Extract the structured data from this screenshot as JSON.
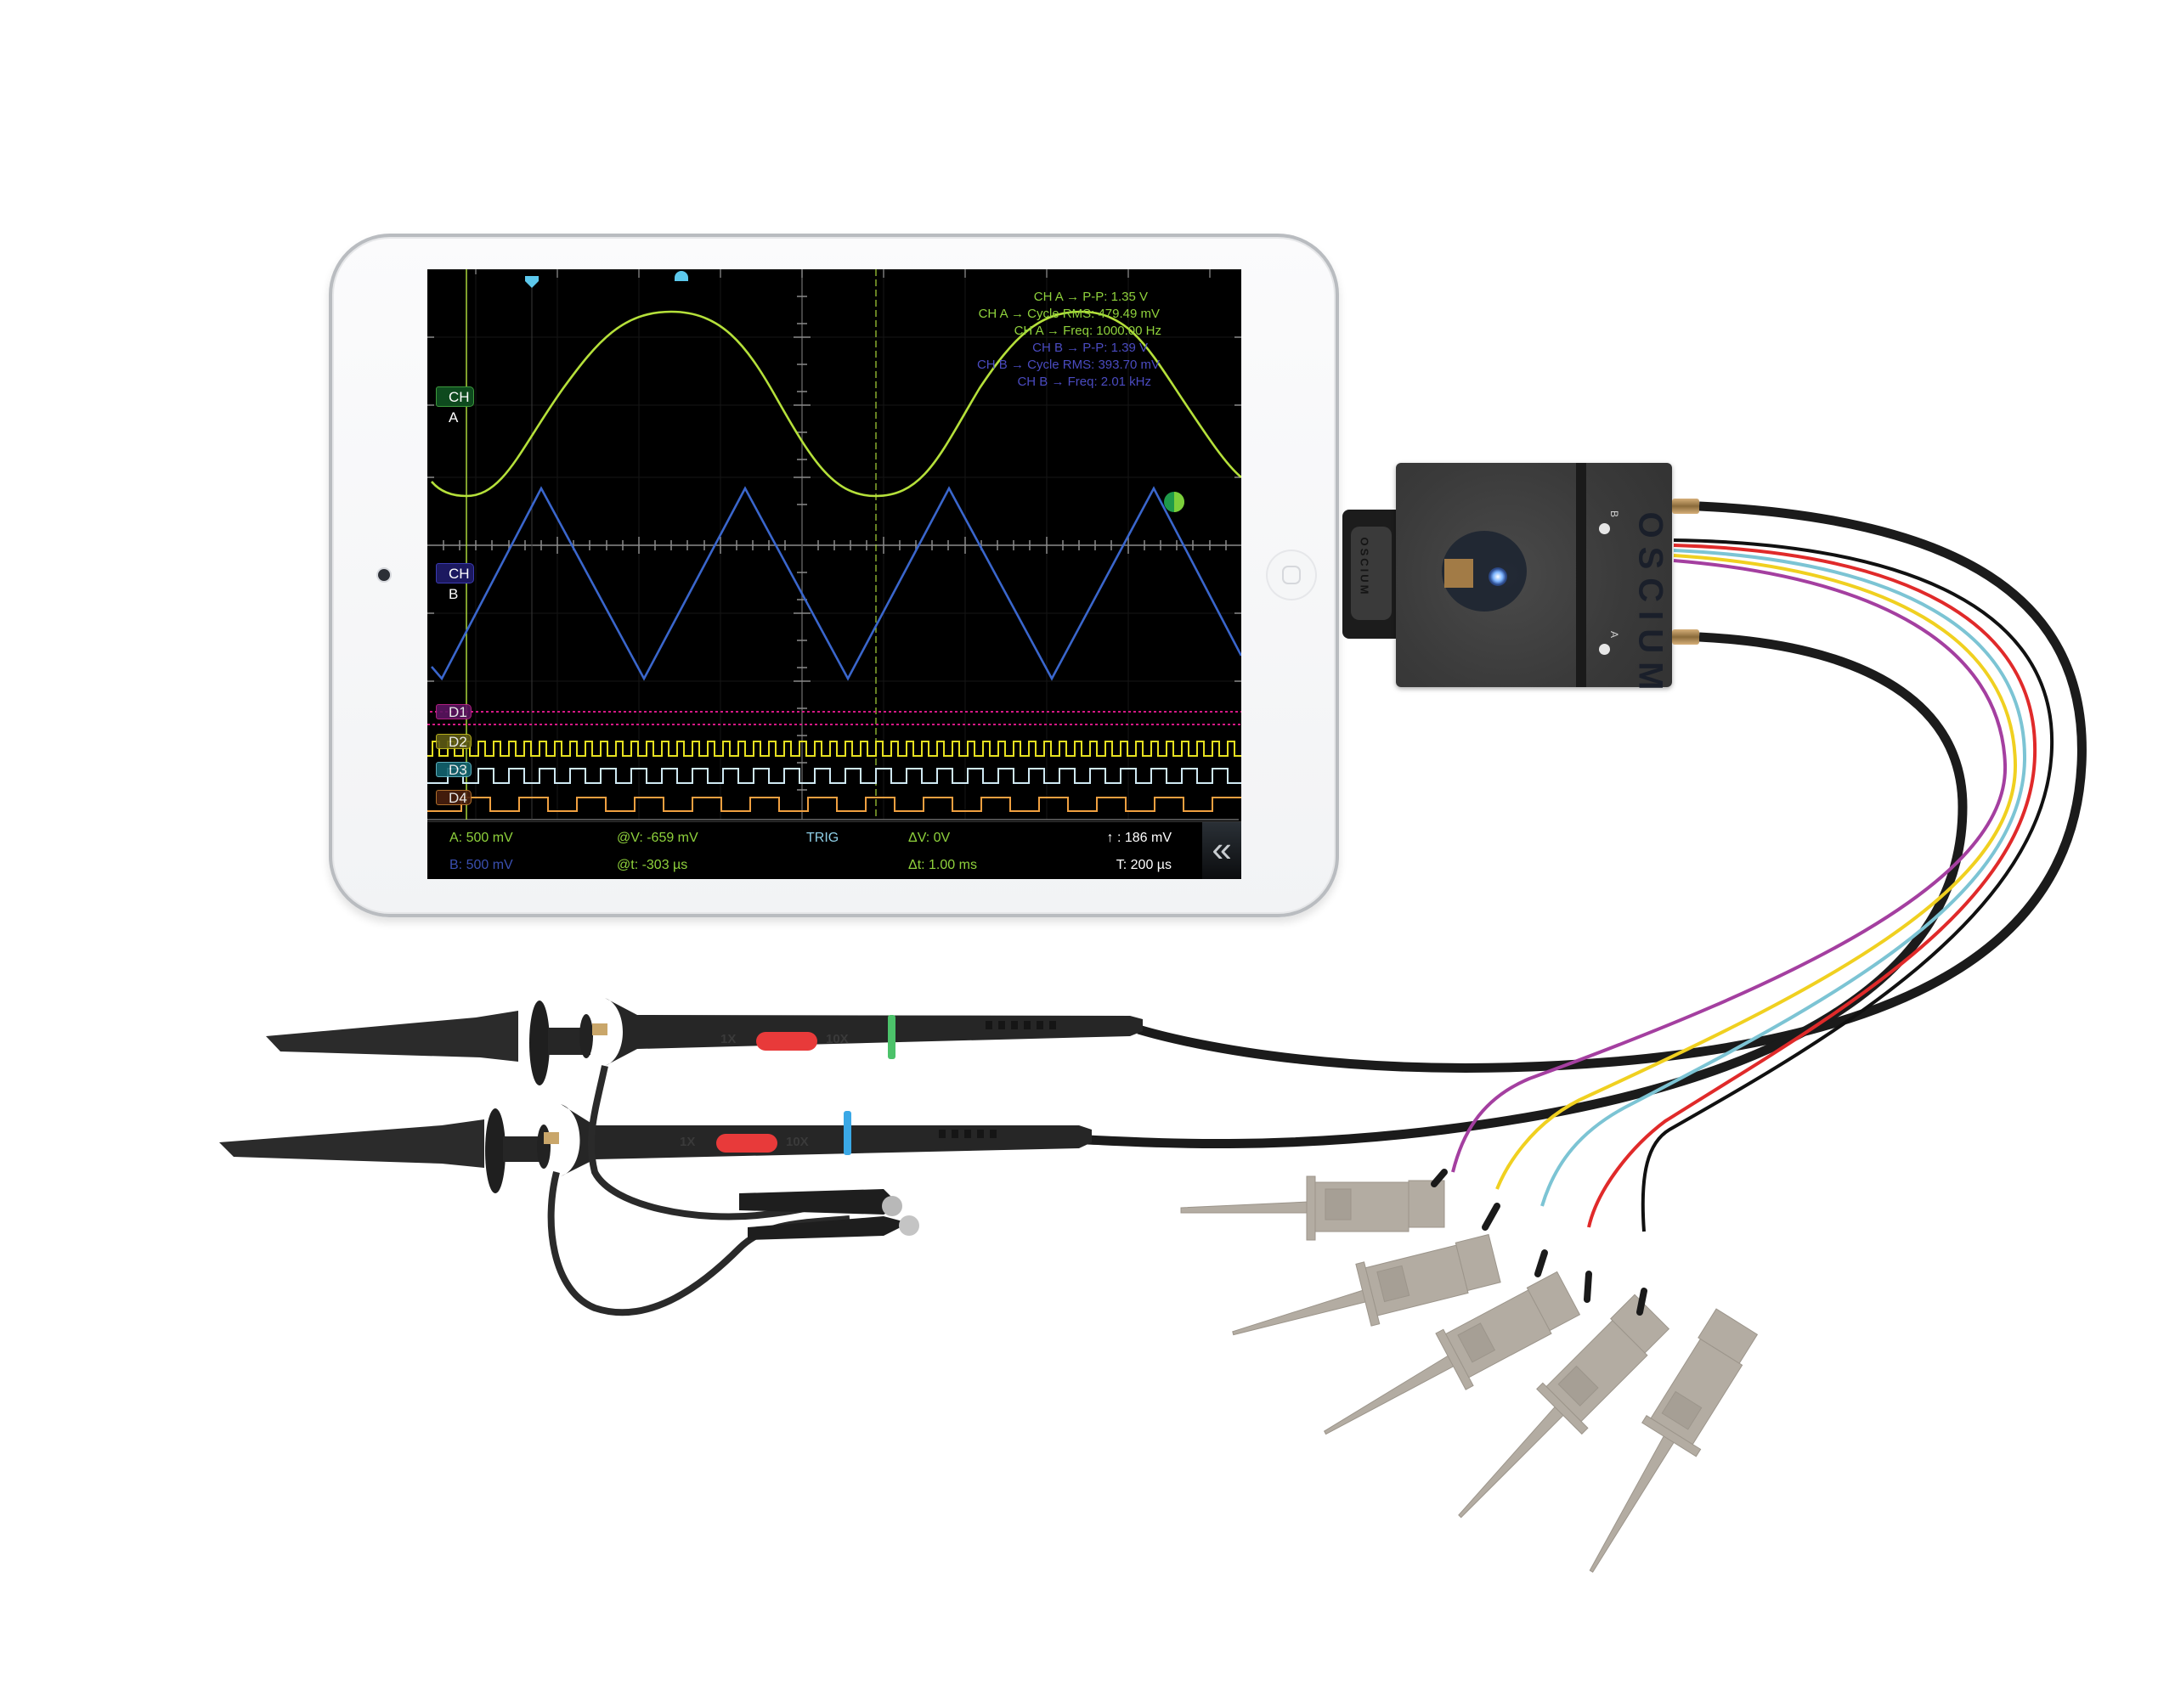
{
  "scene": {
    "description": "Oscium iMSO-204 mixed-signal oscilloscope attached to iPad mini",
    "background_color": "#ffffff"
  },
  "ipad": {
    "frame_color": "#f4f5f7",
    "bezel_edge_color": "#b9bcc0"
  },
  "scope": {
    "channels": {
      "a": {
        "label": "CH A",
        "color": "#b5e03a",
        "label_bg": "#0e4a1e"
      },
      "b": {
        "label": "CH B",
        "color": "#3a63c9",
        "label_bg": "#1c1960"
      },
      "d1": {
        "label": "D1",
        "color": "#e0198c",
        "label_bg": "#5a1460"
      },
      "d2": {
        "label": "D2",
        "color": "#e6e020",
        "label_bg": "#5e5a14"
      },
      "d3": {
        "label": "D3",
        "color": "#cfe9f3",
        "label_bg": "#136470"
      },
      "d4": {
        "label": "D4",
        "color": "#f0a040",
        "label_bg": "#4a200e"
      }
    },
    "measurements": [
      {
        "text": "CH A → P-P: 1.35 V",
        "color": "#8fd23c"
      },
      {
        "text": "CH A → Cycle RMS: 479.49 mV",
        "color": "#8fd23c"
      },
      {
        "text": "CH A → Freq: 1000.00 Hz",
        "color": "#8fd23c"
      },
      {
        "text": "CH B → P-P: 1.39 V",
        "color": "#4a4bc0"
      },
      {
        "text": "CH B → Cycle RMS: 393.70 mV",
        "color": "#4a4bc0"
      },
      {
        "text": "CH B → Freq: 2.01 kHz",
        "color": "#4a4bc0"
      }
    ],
    "status": {
      "a_scale": "A: 500 mV",
      "b_scale": "B: 500 mV",
      "at_v": "@V: -659 mV",
      "at_t": "@t: -303 µs",
      "trig": "TRIG",
      "delta_v": "ΔV: 0V",
      "delta_t": "Δt: 1.00 ms",
      "trigger_level": "↑ : 186 mV",
      "timebase": "T: 200 µs",
      "collapse_icon": "«"
    },
    "status_colors": {
      "a": "#8fd23c",
      "b": "#3a4fb0",
      "cursor": "#8fd23c",
      "trig": "#8fd0e8",
      "white": "#ffffff"
    }
  },
  "device": {
    "brand": "OSCIUM",
    "connector_brand": "OSCIUM",
    "port_a": "A",
    "port_b": "B",
    "led_color": "#6fa8ff"
  },
  "probes": [
    {
      "ring_color": "#4cc26a",
      "switch_left": "1X",
      "switch_right": "10X"
    },
    {
      "ring_color": "#3aa8e6",
      "switch_left": "1X",
      "switch_right": "10X"
    }
  ],
  "logic_leads": {
    "wire_colors": [
      "#a43fa0",
      "#f0d020",
      "#7cc4d4",
      "#e02a2a",
      "#1a1a1a"
    ],
    "clip_color": "#b3aca2"
  }
}
